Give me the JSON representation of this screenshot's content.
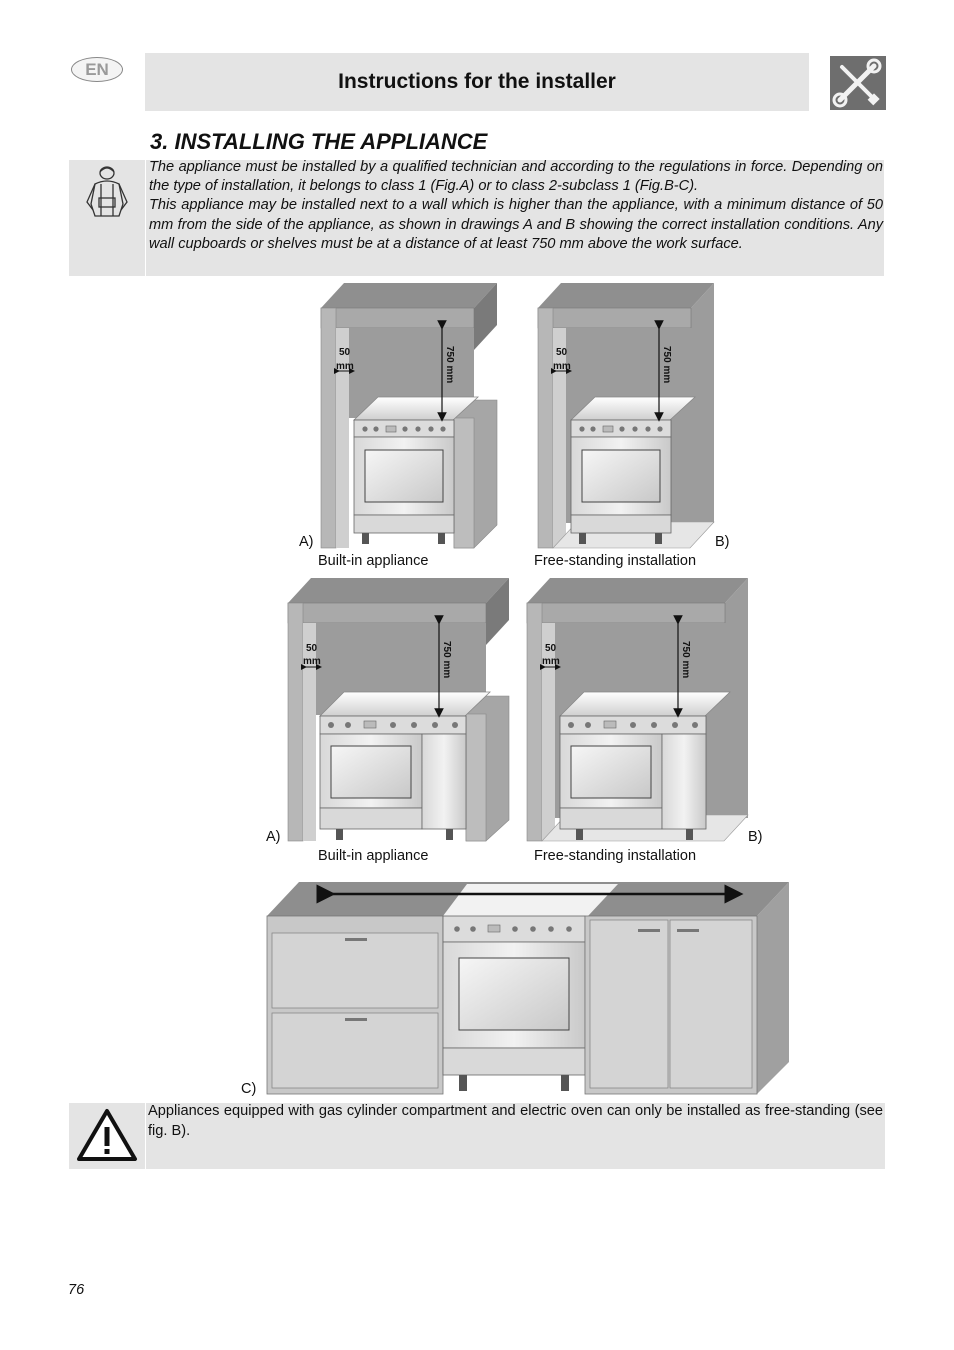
{
  "header": {
    "language_badge": "EN",
    "title": "Instructions for the installer",
    "tools_icon": "wrench-screwdriver-icon"
  },
  "section": {
    "title": "3. INSTALLING THE APPLIANCE",
    "technician_icon": "technician-icon",
    "paragraph_1": "The appliance must be installed by a qualified technician and according to the regulations in force. Depending on the type of installation, it belongs to class 1 (Fig.A) or to class 2-subclass 1 (Fig.B-C).",
    "paragraph_2": "This appliance may be installed next to a wall which is higher than the appliance, with a minimum distance of 50 mm from the side of the appliance, as shown in drawings A and B showing the correct installation conditions. Any wall cupboards or shelves must be at a distance of at least 750 mm above the work surface."
  },
  "figures": {
    "dim_side_value": "50",
    "dim_side_unit": "mm",
    "dim_top": "750 mm",
    "row1": {
      "left_label": "A)",
      "left_caption": "Built-in appliance",
      "right_label": "B)",
      "right_caption": "Free-standing installation"
    },
    "row2": {
      "left_label": "A)",
      "left_caption": "Built-in appliance",
      "right_label": "B)",
      "right_caption": "Free-standing installation"
    },
    "row3": {
      "label": "C)"
    }
  },
  "warning": {
    "icon": "warning-triangle-icon",
    "text": "Appliances equipped with gas cylinder compartment and electric oven can only be installed as free-standing (see fig. B)."
  },
  "footer": {
    "page_number": "76"
  }
}
